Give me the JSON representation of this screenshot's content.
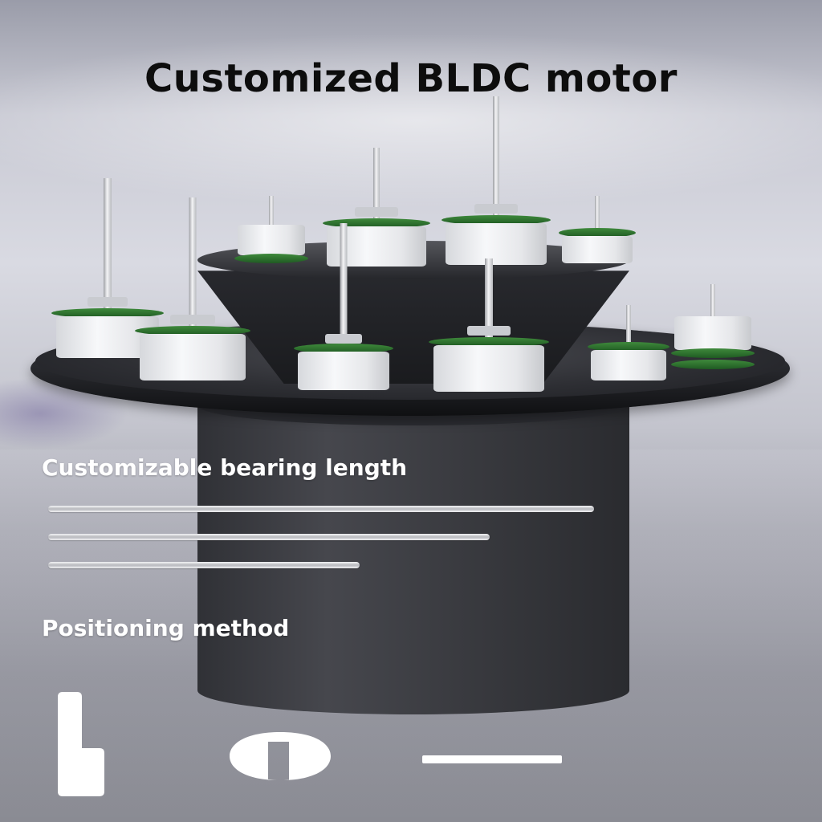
{
  "title": "Customized BLDC motor",
  "bearing_section": {
    "label": "Customizable bearing length",
    "shafts": [
      {
        "name": "long-shaft"
      },
      {
        "name": "medium-shaft"
      },
      {
        "name": "short-shaft"
      }
    ]
  },
  "positioning_section": {
    "label": "Positioning method",
    "profiles": [
      "stepped-flat-profile-icon",
      "d-cut-profile-icon",
      "flat-shaft-profile-icon"
    ]
  },
  "colors": {
    "title": "#0d0d0d",
    "label": "#ffffff",
    "pedestal": "#2b2c31",
    "pcb": "#2f7a30"
  }
}
